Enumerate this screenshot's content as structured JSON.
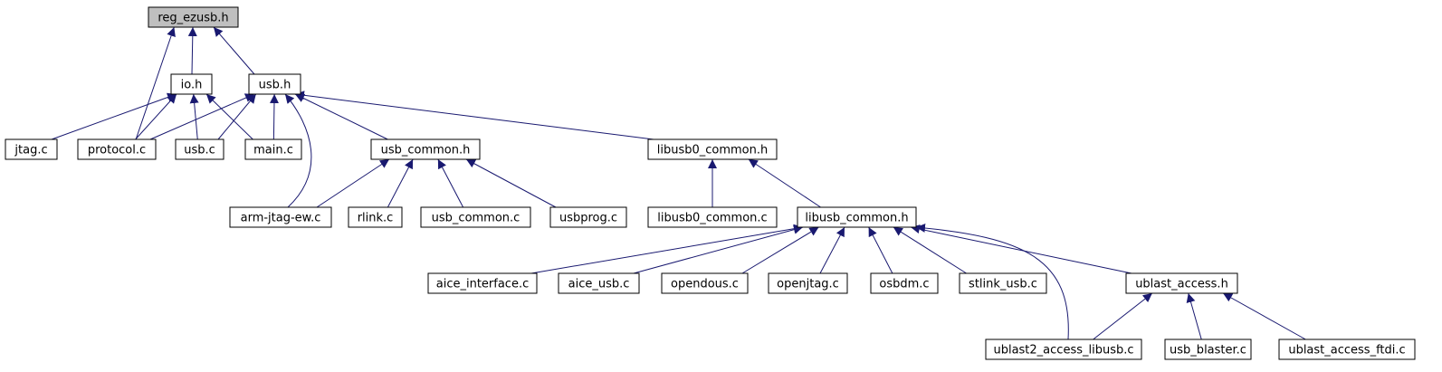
{
  "diagram": {
    "colors": {
      "edge": "#191970",
      "node_border": "#000000",
      "node_fill": "#ffffff",
      "highlight_fill": "#bfbfbf",
      "background": "#ffffff"
    },
    "nodes": [
      {
        "id": "reg_ezusb_h",
        "label": "reg_ezusb.h",
        "highlight": true
      },
      {
        "id": "io_h",
        "label": "io.h"
      },
      {
        "id": "usb_h",
        "label": "usb.h"
      },
      {
        "id": "jtag_c",
        "label": "jtag.c"
      },
      {
        "id": "protocol_c",
        "label": "protocol.c"
      },
      {
        "id": "usb_c",
        "label": "usb.c"
      },
      {
        "id": "main_c",
        "label": "main.c"
      },
      {
        "id": "usb_common_h",
        "label": "usb_common.h"
      },
      {
        "id": "libusb0_common_h",
        "label": "libusb0_common.h"
      },
      {
        "id": "arm_jtag_ew_c",
        "label": "arm-jtag-ew.c"
      },
      {
        "id": "rlink_c",
        "label": "rlink.c"
      },
      {
        "id": "usb_common_c",
        "label": "usb_common.c"
      },
      {
        "id": "usbprog_c",
        "label": "usbprog.c"
      },
      {
        "id": "libusb0_common_c",
        "label": "libusb0_common.c"
      },
      {
        "id": "libusb_common_h",
        "label": "libusb_common.h"
      },
      {
        "id": "aice_interface_c",
        "label": "aice_interface.c"
      },
      {
        "id": "aice_usb_c",
        "label": "aice_usb.c"
      },
      {
        "id": "opendous_c",
        "label": "opendous.c"
      },
      {
        "id": "openjtag_c",
        "label": "openjtag.c"
      },
      {
        "id": "osbdm_c",
        "label": "osbdm.c"
      },
      {
        "id": "stlink_usb_c",
        "label": "stlink_usb.c"
      },
      {
        "id": "ublast_access_h",
        "label": "ublast_access.h"
      },
      {
        "id": "ublast2_access_libusb_c",
        "label": "ublast2_access_libusb.c"
      },
      {
        "id": "usb_blaster_c",
        "label": "usb_blaster.c"
      },
      {
        "id": "ublast_access_ftdi_c",
        "label": "ublast_access_ftdi.c"
      }
    ],
    "edges": [
      {
        "from": "io_h",
        "to": "reg_ezusb_h"
      },
      {
        "from": "protocol_c",
        "to": "reg_ezusb_h"
      },
      {
        "from": "usb_h",
        "to": "reg_ezusb_h"
      },
      {
        "from": "jtag_c",
        "to": "io_h"
      },
      {
        "from": "protocol_c",
        "to": "io_h"
      },
      {
        "from": "usb_c",
        "to": "io_h"
      },
      {
        "from": "main_c",
        "to": "io_h"
      },
      {
        "from": "protocol_c",
        "to": "usb_h"
      },
      {
        "from": "usb_c",
        "to": "usb_h"
      },
      {
        "from": "main_c",
        "to": "usb_h"
      },
      {
        "from": "arm_jtag_ew_c",
        "to": "usb_h"
      },
      {
        "from": "usb_common_h",
        "to": "usb_h"
      },
      {
        "from": "libusb0_common_h",
        "to": "usb_h"
      },
      {
        "from": "arm_jtag_ew_c",
        "to": "usb_common_h"
      },
      {
        "from": "rlink_c",
        "to": "usb_common_h"
      },
      {
        "from": "usb_common_c",
        "to": "usb_common_h"
      },
      {
        "from": "usbprog_c",
        "to": "usb_common_h"
      },
      {
        "from": "libusb0_common_c",
        "to": "libusb0_common_h"
      },
      {
        "from": "libusb_common_h",
        "to": "libusb0_common_h"
      },
      {
        "from": "aice_interface_c",
        "to": "libusb_common_h"
      },
      {
        "from": "aice_usb_c",
        "to": "libusb_common_h"
      },
      {
        "from": "opendous_c",
        "to": "libusb_common_h"
      },
      {
        "from": "openjtag_c",
        "to": "libusb_common_h"
      },
      {
        "from": "osbdm_c",
        "to": "libusb_common_h"
      },
      {
        "from": "stlink_usb_c",
        "to": "libusb_common_h"
      },
      {
        "from": "ublast2_access_libusb_c",
        "to": "libusb_common_h"
      },
      {
        "from": "ublast_access_h",
        "to": "libusb_common_h"
      },
      {
        "from": "ublast2_access_libusb_c",
        "to": "ublast_access_h"
      },
      {
        "from": "usb_blaster_c",
        "to": "ublast_access_h"
      },
      {
        "from": "ublast_access_ftdi_c",
        "to": "ublast_access_h"
      }
    ]
  }
}
